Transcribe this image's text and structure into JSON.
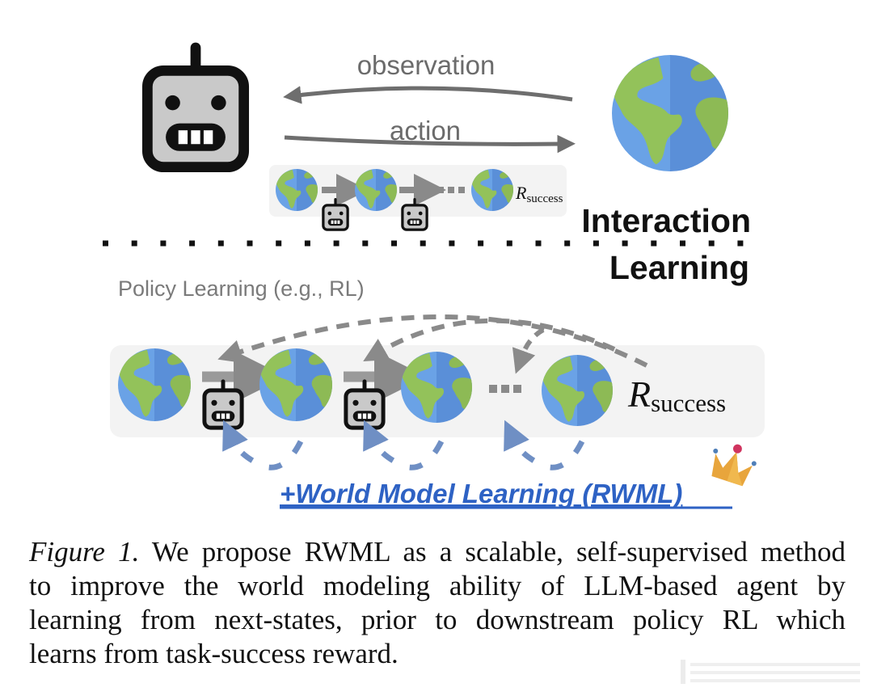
{
  "figure": {
    "top": {
      "observation_label": "observation",
      "action_label": "action",
      "mini_trajectory_reward": {
        "symbol": "R",
        "subscript": "success"
      },
      "section_label": "Interaction"
    },
    "divider": {
      "style": "dotted"
    },
    "bottom": {
      "section_label": "Learning",
      "policy_learning_label": "Policy Learning (e.g., RL)",
      "trajectory_reward": {
        "symbol": "R",
        "subscript": "success"
      },
      "rwml_label": "+World Model Learning (RWML)"
    },
    "icons": {
      "agent": "robot-icon",
      "environment": "earth-globe-icon",
      "crown": "crown-icon",
      "ellipsis": "ellipsis-icon"
    },
    "colors": {
      "arrow_gray": "#6e6e6e",
      "dashed_gray": "#8a8a8a",
      "dashed_blue": "#6f8fc4",
      "rwml_blue": "#2e62c4",
      "globe_ocean_light": "#6aa2e6",
      "globe_ocean_dark": "#5a8fd8",
      "globe_land": "#93c25a",
      "robot_fill": "#c9c9c9",
      "panel_bg": "#f3f3f3",
      "crown_gold": "#e8a53c",
      "crown_gem": "#d0345f"
    }
  },
  "caption": {
    "label": "Figure 1.",
    "lines": [
      " We propose RWML as a scalable, self-supervised method",
      "to improve the world modeling ability of LLM-based agent by",
      "learning from next-states, prior to downstream policy RL which",
      "learns from task-success reward."
    ]
  }
}
